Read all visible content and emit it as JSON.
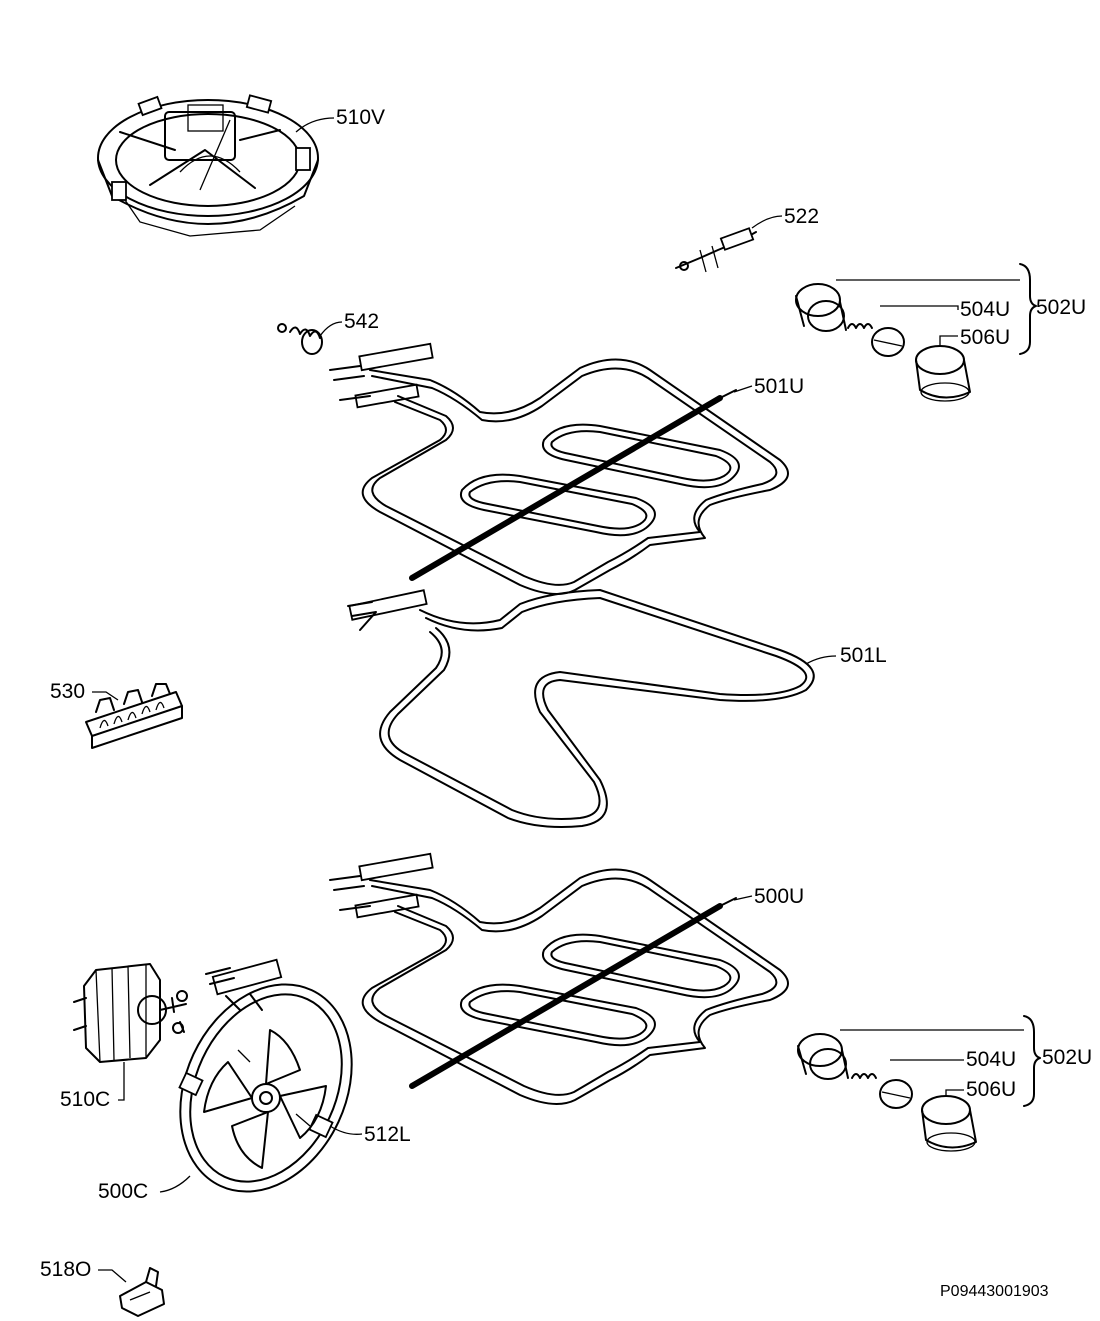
{
  "parts": {
    "p510V": "510V",
    "p522": "522",
    "p542": "542",
    "p504U_top": "504U",
    "p506U_top": "506U",
    "p502U_top": "502U",
    "p501U": "501U",
    "p501L": "501L",
    "p530": "530",
    "p500U": "500U",
    "p510C": "510C",
    "p512L": "512L",
    "p500C": "500C",
    "p504U_bot": "504U",
    "p506U_bot": "506U",
    "p502U_bot": "502U",
    "p518O": "518O"
  },
  "diagram_code": "P09443001903"
}
